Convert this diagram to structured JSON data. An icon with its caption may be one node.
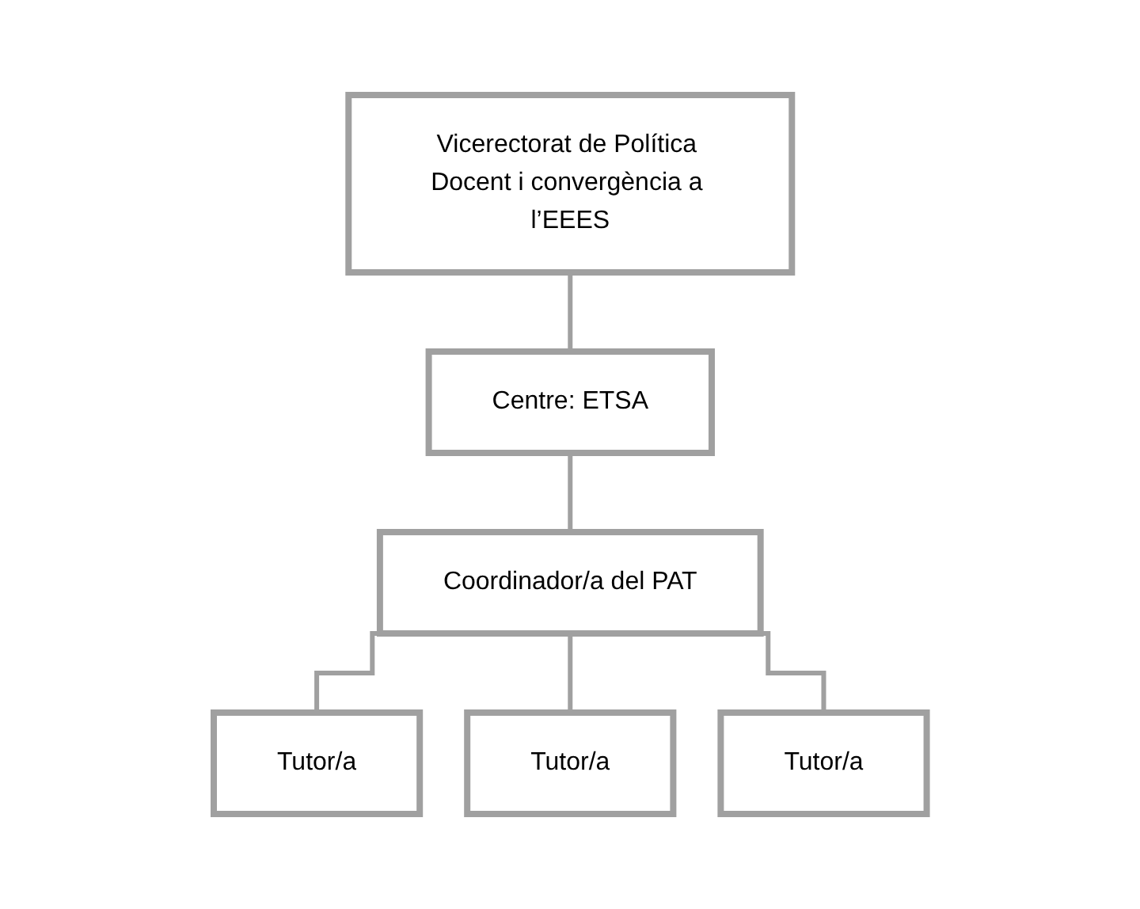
{
  "diagram": {
    "nodes": [
      {
        "text": [
          "Vicerectorat de Política Docent i convergència a l’EEES"
        ]
      },
      {
        "text": [
          "Centre: ETSA"
        ]
      },
      {
        "text": [
          "Coordinador/a del PAT"
        ]
      },
      {
        "text": [
          "Tutor/a"
        ]
      },
      {
        "text": [
          "Tutor/a"
        ]
      },
      {
        "text": [
          "Tutor/a"
        ]
      }
    ],
    "edges": [
      {
        "from": 0,
        "to": 1,
        "arrow": "none"
      },
      {
        "from": 1,
        "to": 2,
        "arrow": "none"
      },
      {
        "from": 2,
        "to": 3,
        "arrow": "none"
      },
      {
        "from": 2,
        "to": 4,
        "arrow": "none"
      },
      {
        "from": 2,
        "to": 5,
        "arrow": "none"
      }
    ]
  }
}
